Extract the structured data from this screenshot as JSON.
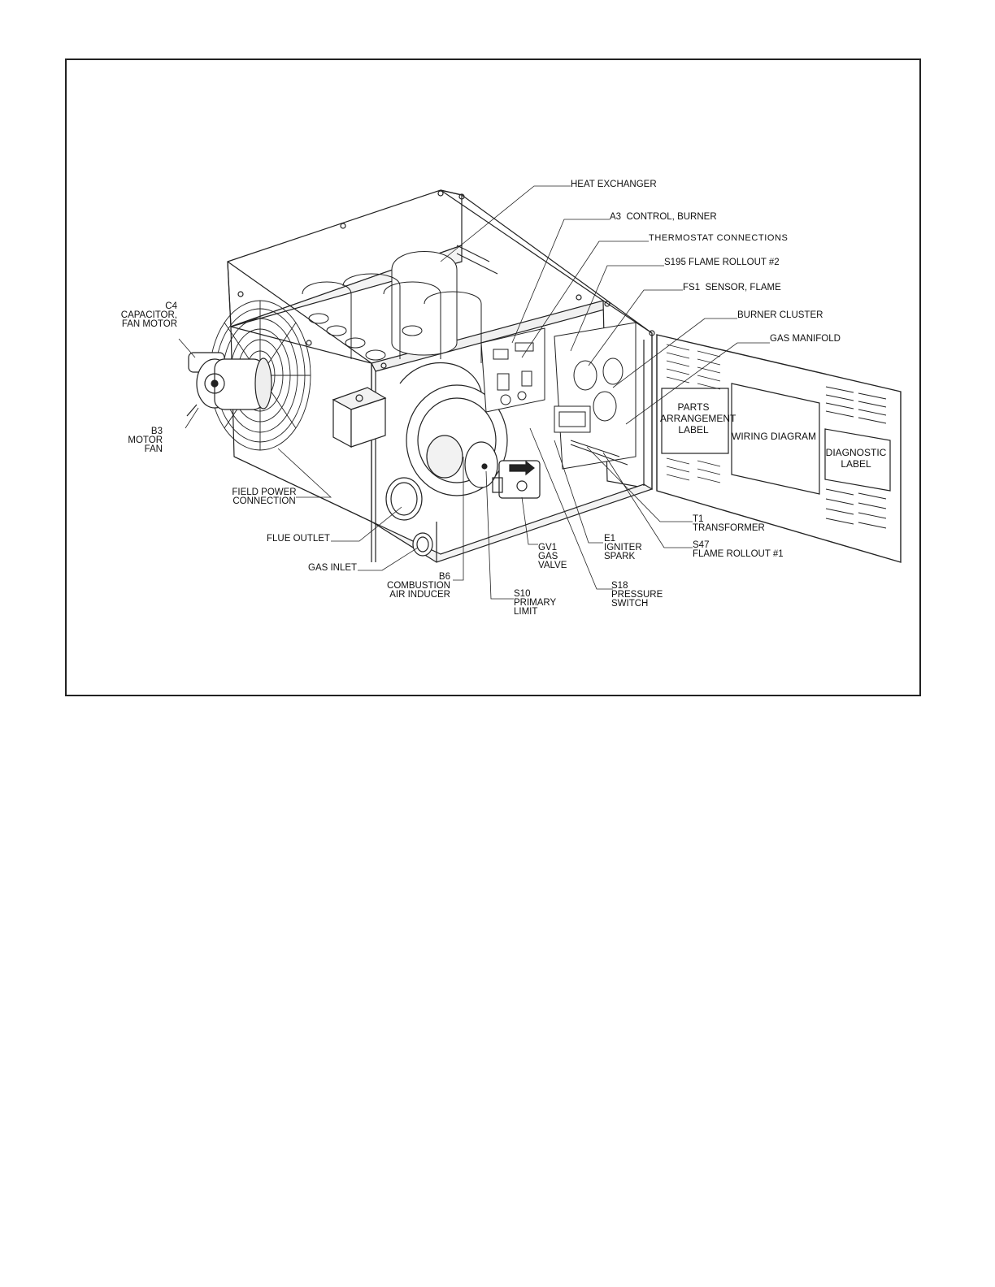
{
  "diagram": {
    "labels": {
      "heat_exchanger": "HEAT EXCHANGER",
      "a3_control_burner": "A3  CONTROL, BURNER",
      "thermostat_connections": "THERMOSTAT CONNECTIONS",
      "s195_flame_rollout_2": "S195 FLAME ROLLOUT #2",
      "fs1_sensor_flame": "FS1  SENSOR, FLAME",
      "burner_cluster": "BURNER CLUSTER",
      "gas_manifold": "GAS MANIFOLD",
      "c4_capacitor_fan_motor": "C4\nCAPACITOR,\nFAN MOTOR",
      "b3_motor_fan": "B3\nMOTOR\nFAN",
      "field_power_connection": "FIELD POWER\nCONNECTION",
      "flue_outlet": "FLUE OUTLET",
      "gas_inlet": "GAS INLET",
      "b6_combustion_air_inducer": "B6\nCOMBUSTION\nAIR INDUCER",
      "s10_primary_limit": "S10\nPRIMARY\nLIMIT",
      "gv1_gas_valve": "GV1\nGAS\nVALVE",
      "e1_igniter_spark": "E1\nIGNITER\nSPARK",
      "s18_pressure_switch": "S18\nPRESSURE\nSWITCH",
      "t1_transformer": "T1\nTRANSFORMER",
      "s47_flame_rollout_1": "S47\nFLAME ROLLOUT #1"
    },
    "door_panel_labels": {
      "parts_arrangement": "PARTS\nARRANGEMENT\nLABEL",
      "wiring_diagram": "WIRING DIAGRAM",
      "diagnostic": "DIAGNOSTIC\nLABEL"
    }
  }
}
